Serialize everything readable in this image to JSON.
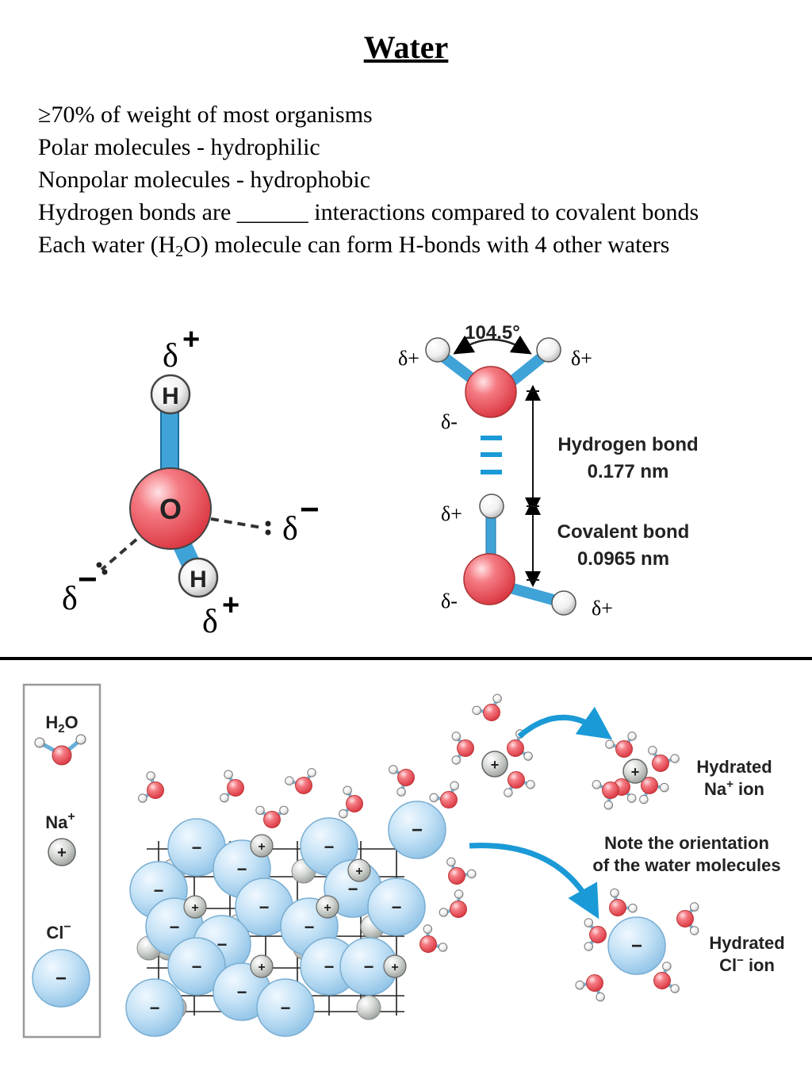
{
  "title": "Water",
  "bullets": {
    "b1": "≥70% of weight of most organisms",
    "b2": "Polar molecules - hydrophilic",
    "b3": "Nonpolar molecules - hydrophobic",
    "b4": "Hydrogen bonds are ______ interactions compared to covalent bonds",
    "b5_pre": "Each water (H",
    "b5_sub": "2",
    "b5_post": "O) molecule can form H-bonds with 4 other waters"
  },
  "molecule": {
    "oxygen": "O",
    "hydrogen": "H",
    "delta": "δ",
    "plus": "+",
    "minus": "−"
  },
  "bond_diagram": {
    "angle": "104.5°",
    "delta_plus": "δ+",
    "delta_minus": "δ-",
    "hbond_label": "Hydrogen bond",
    "hbond_value": "0.177 nm",
    "cbond_label": "Covalent bond",
    "cbond_value": "0.0965 nm"
  },
  "legend": {
    "h2o_pre": "H",
    "h2o_sub": "2",
    "h2o_post": "O",
    "na": "Na",
    "na_sup": "+",
    "cl": "Cl",
    "cl_sup": "−"
  },
  "lattice": {
    "plus": "+",
    "minus": "−"
  },
  "hydration": {
    "na_line1": "Hydrated",
    "na_line2_pre": "Na",
    "na_line2_sup": "+",
    "na_line2_post": " ion",
    "note_line1": "Note the orientation",
    "note_line2": "of the water molecules",
    "cl_line1": "Hydrated",
    "cl_line2_pre": "Cl",
    "cl_line2_sup": "−",
    "cl_line2_post": " ion"
  },
  "colors": {
    "oxygen": "#f0606a",
    "bond": "#3fa3d8",
    "chloride": "#b9dcf2",
    "sodium": "#c8ccc8",
    "arrow": "#1a9ad6"
  }
}
